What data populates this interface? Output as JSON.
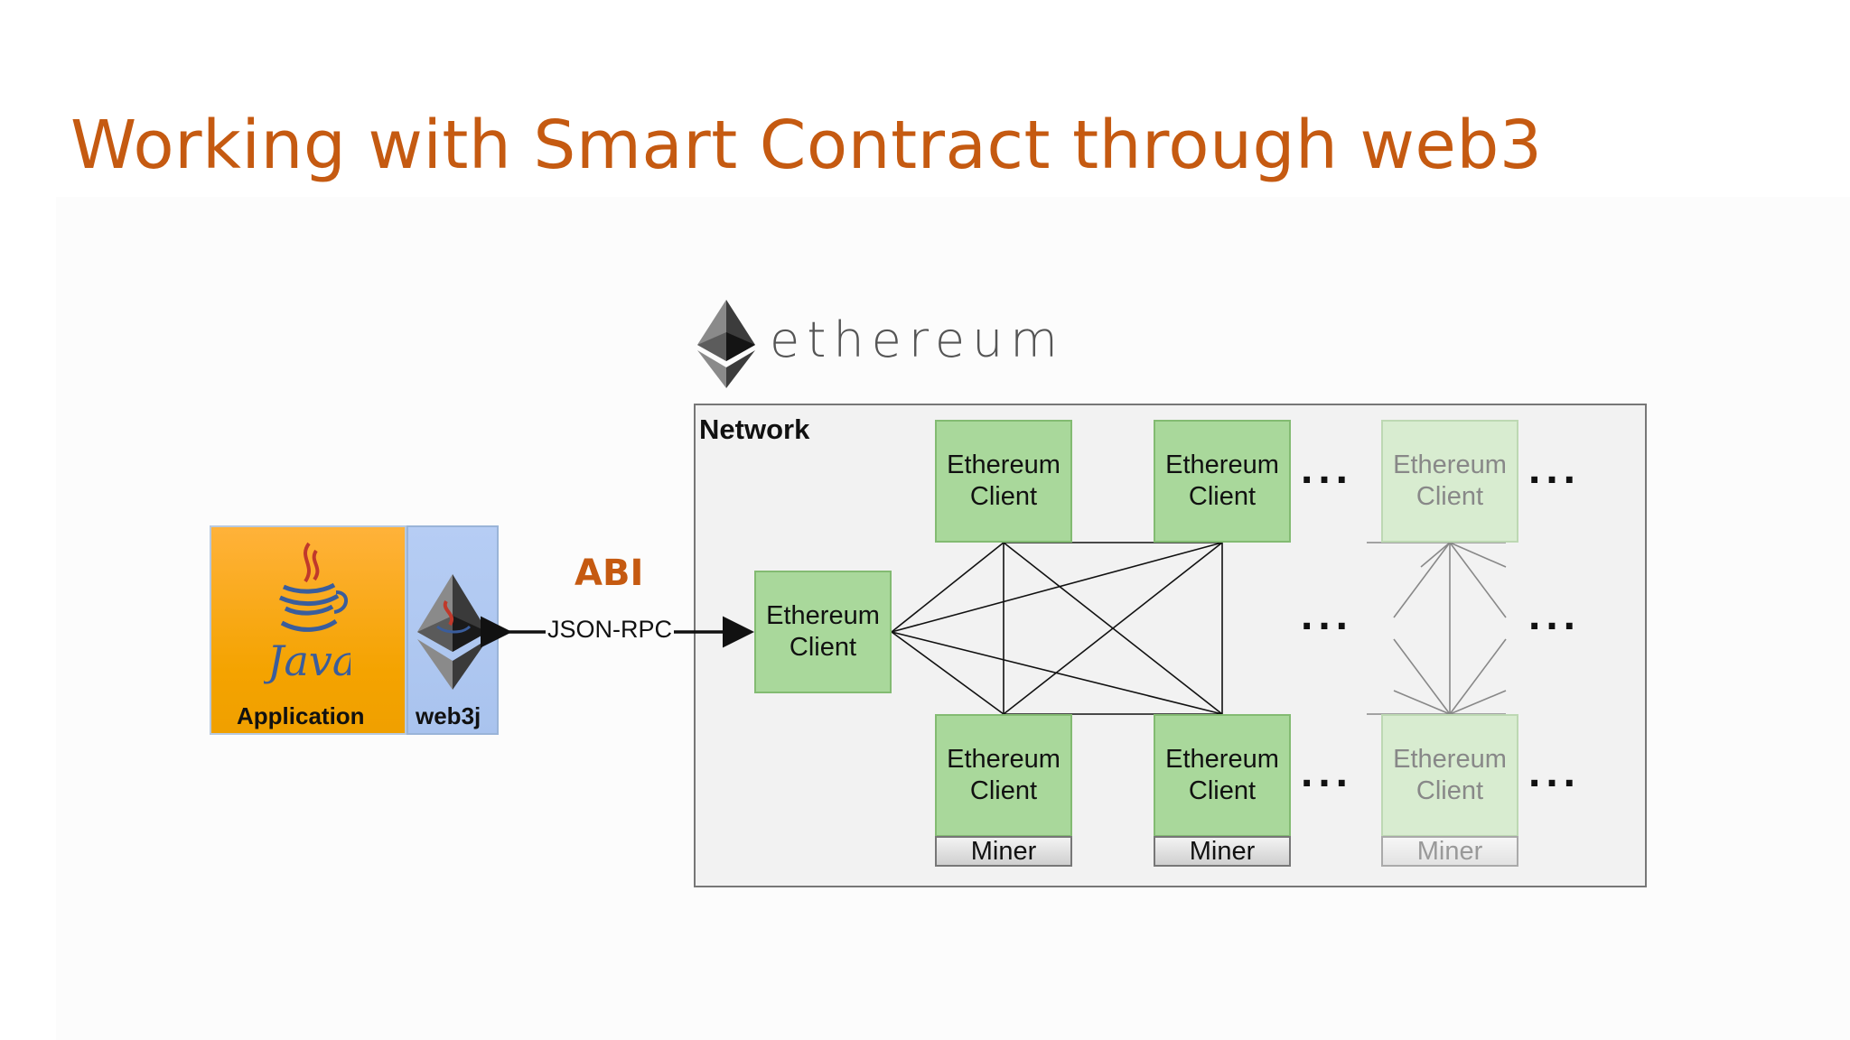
{
  "title": "Working with Smart Contract through web3",
  "brand": {
    "wordmark": "ethereum",
    "logo_icon": "ethereum-diamond-icon"
  },
  "app": {
    "application_label": "Application",
    "web3j_label": "web3j",
    "java_logo_text": "Java",
    "java_icon": "java-coffee-cup-icon",
    "web3j_icon": "ethereum-diamond-icon"
  },
  "connection": {
    "abi_label": "ABI",
    "protocol_label": "JSON-RPC"
  },
  "network": {
    "label": "Network",
    "node_label_line1": "Ethereum",
    "node_label_line2": "Client",
    "miner_label": "Miner",
    "ellipsis": "..."
  },
  "colors": {
    "title": "#c55a11",
    "node": "#a9d89b",
    "node_faded": "#d8ecd0",
    "java_orange": "#f4a300",
    "web3j_blue": "#a9c3ee"
  }
}
